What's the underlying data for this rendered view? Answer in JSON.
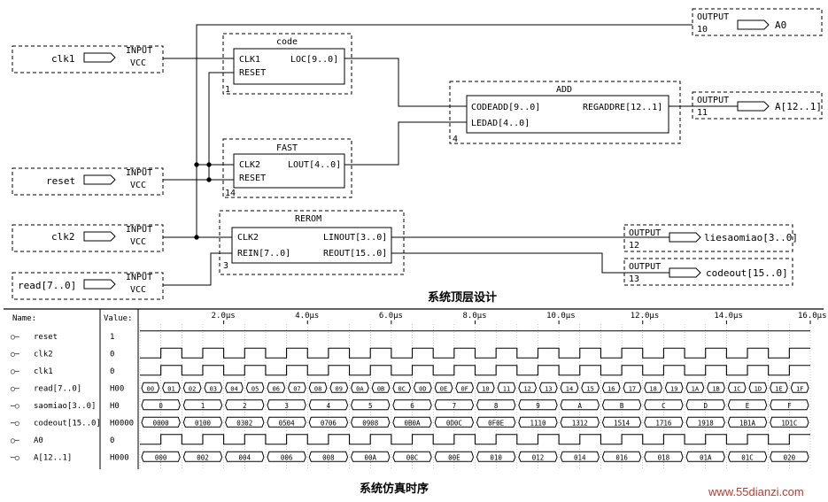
{
  "schematic": {
    "title": "系统顶层设计",
    "inputs": [
      {
        "name": "clk1",
        "type": "INPUT",
        "default": "VCC"
      },
      {
        "name": "reset",
        "type": "INPUT",
        "default": "VCC"
      },
      {
        "name": "clk2",
        "type": "INPUT",
        "default": "VCC"
      },
      {
        "name": "read[7..0]",
        "type": "INPUT",
        "default": "VCC"
      }
    ],
    "outputs": [
      {
        "name": "A0",
        "type": "OUTPUT",
        "pin": "10"
      },
      {
        "name": "A[12..1]",
        "type": "OUTPUT",
        "pin": "11"
      },
      {
        "name": "liesaomiao[3..0]",
        "type": "OUTPUT",
        "pin": "12"
      },
      {
        "name": "codeout[15..0]",
        "type": "OUTPUT",
        "pin": "13"
      }
    ],
    "blocks": [
      {
        "name": "code",
        "num": "1",
        "ports_left": [
          "CLK1",
          "RESET"
        ],
        "ports_right": [
          "LOC[9..0]"
        ]
      },
      {
        "name": "FAST",
        "num": "14",
        "ports_left": [
          "CLK2",
          "RESET"
        ],
        "ports_right": [
          "LOUT[4..0]"
        ]
      },
      {
        "name": "REROM",
        "num": "3",
        "ports_left": [
          "CLK2",
          "REIN[7..0]"
        ],
        "ports_right": [
          "LINOUT[3..0]",
          "REOUT[15..0]"
        ]
      },
      {
        "name": "ADD",
        "num": "4",
        "ports_left": [
          "CODEADD[9..0]",
          "LEDAD[4..0]"
        ],
        "ports_right": [
          "REGADDRE[12..1]"
        ]
      }
    ]
  },
  "simulation": {
    "title": "系统仿真时序",
    "header_name": "Name:",
    "header_value": "Value:",
    "time_labels": [
      "2.0μs",
      "4.0μs",
      "6.0μs",
      "8.0μs",
      "10.0μs",
      "12.0μs",
      "14.0μs",
      "16.0μs"
    ],
    "signals": [
      {
        "name": "reset",
        "value": "1",
        "kind": "high"
      },
      {
        "name": "clk2",
        "value": "0",
        "kind": "clock"
      },
      {
        "name": "clk1",
        "value": "0",
        "kind": "clock"
      },
      {
        "name": "read[7..0]",
        "value": "H00",
        "kind": "bus",
        "values": [
          "00",
          "01",
          "02",
          "03",
          "04",
          "05",
          "06",
          "07",
          "08",
          "09",
          "0A",
          "0B",
          "0C",
          "0D",
          "0E",
          "0F",
          "10",
          "11",
          "12",
          "13",
          "14",
          "15",
          "16",
          "17",
          "18",
          "19",
          "1A",
          "1B",
          "1C",
          "1D",
          "1E",
          "1F"
        ]
      },
      {
        "name": "saomiao[3..0]",
        "value": "H0",
        "kind": "bus",
        "values": [
          "0",
          "1",
          "2",
          "3",
          "4",
          "5",
          "6",
          "7",
          "8",
          "9",
          "A",
          "B",
          "C",
          "D",
          "E",
          "F"
        ]
      },
      {
        "name": "codeout[15..0]",
        "value": "H0000",
        "kind": "bus",
        "values": [
          "0000",
          "0100",
          "0302",
          "0504",
          "0706",
          "0908",
          "0B0A",
          "0D0C",
          "0F0E",
          "1110",
          "1312",
          "1514",
          "1716",
          "1918",
          "1B1A",
          "1D1C"
        ]
      },
      {
        "name": "A0",
        "value": "0",
        "kind": "clock"
      },
      {
        "name": "A[12..1]",
        "value": "H000",
        "kind": "bus",
        "values": [
          "000",
          "002",
          "004",
          "006",
          "008",
          "00A",
          "00C",
          "00E",
          "010",
          "012",
          "014",
          "016",
          "018",
          "01A",
          "01C",
          "020"
        ]
      }
    ]
  },
  "watermark": "www.55dianzi.com"
}
